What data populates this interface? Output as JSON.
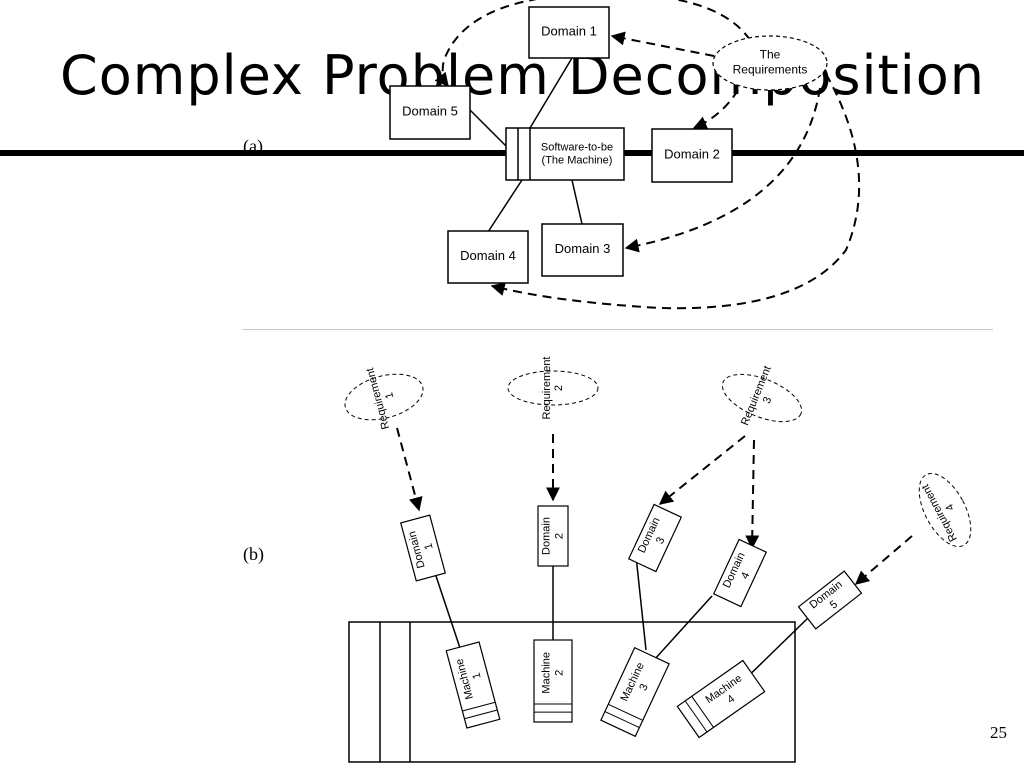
{
  "slide": {
    "title": "Complex Problem Decomposition",
    "page_number": "25"
  },
  "panel_a": {
    "label": "(a)",
    "machine": [
      "Software-to-be",
      "(The Machine)"
    ],
    "requirements": [
      "The",
      "Requirements"
    ],
    "domains": [
      "Domain 1",
      "Domain 2",
      "Domain 3",
      "Domain 4",
      "Domain 5"
    ]
  },
  "panel_b": {
    "label": "(b)",
    "requirements": [
      [
        "Requirement",
        "1"
      ],
      [
        "Requirement",
        "2"
      ],
      [
        "Requirement",
        "3"
      ],
      [
        "Requirement",
        "4"
      ]
    ],
    "domains": [
      [
        "Domain",
        "1"
      ],
      [
        "Domain",
        "2"
      ],
      [
        "Domain",
        "3"
      ],
      [
        "Domain",
        "4"
      ],
      [
        "Domain",
        "5"
      ]
    ],
    "machines": [
      [
        "Machine",
        "1"
      ],
      [
        "Machine",
        "2"
      ],
      [
        "Machine",
        "3"
      ],
      [
        "Machine",
        "4"
      ]
    ]
  }
}
